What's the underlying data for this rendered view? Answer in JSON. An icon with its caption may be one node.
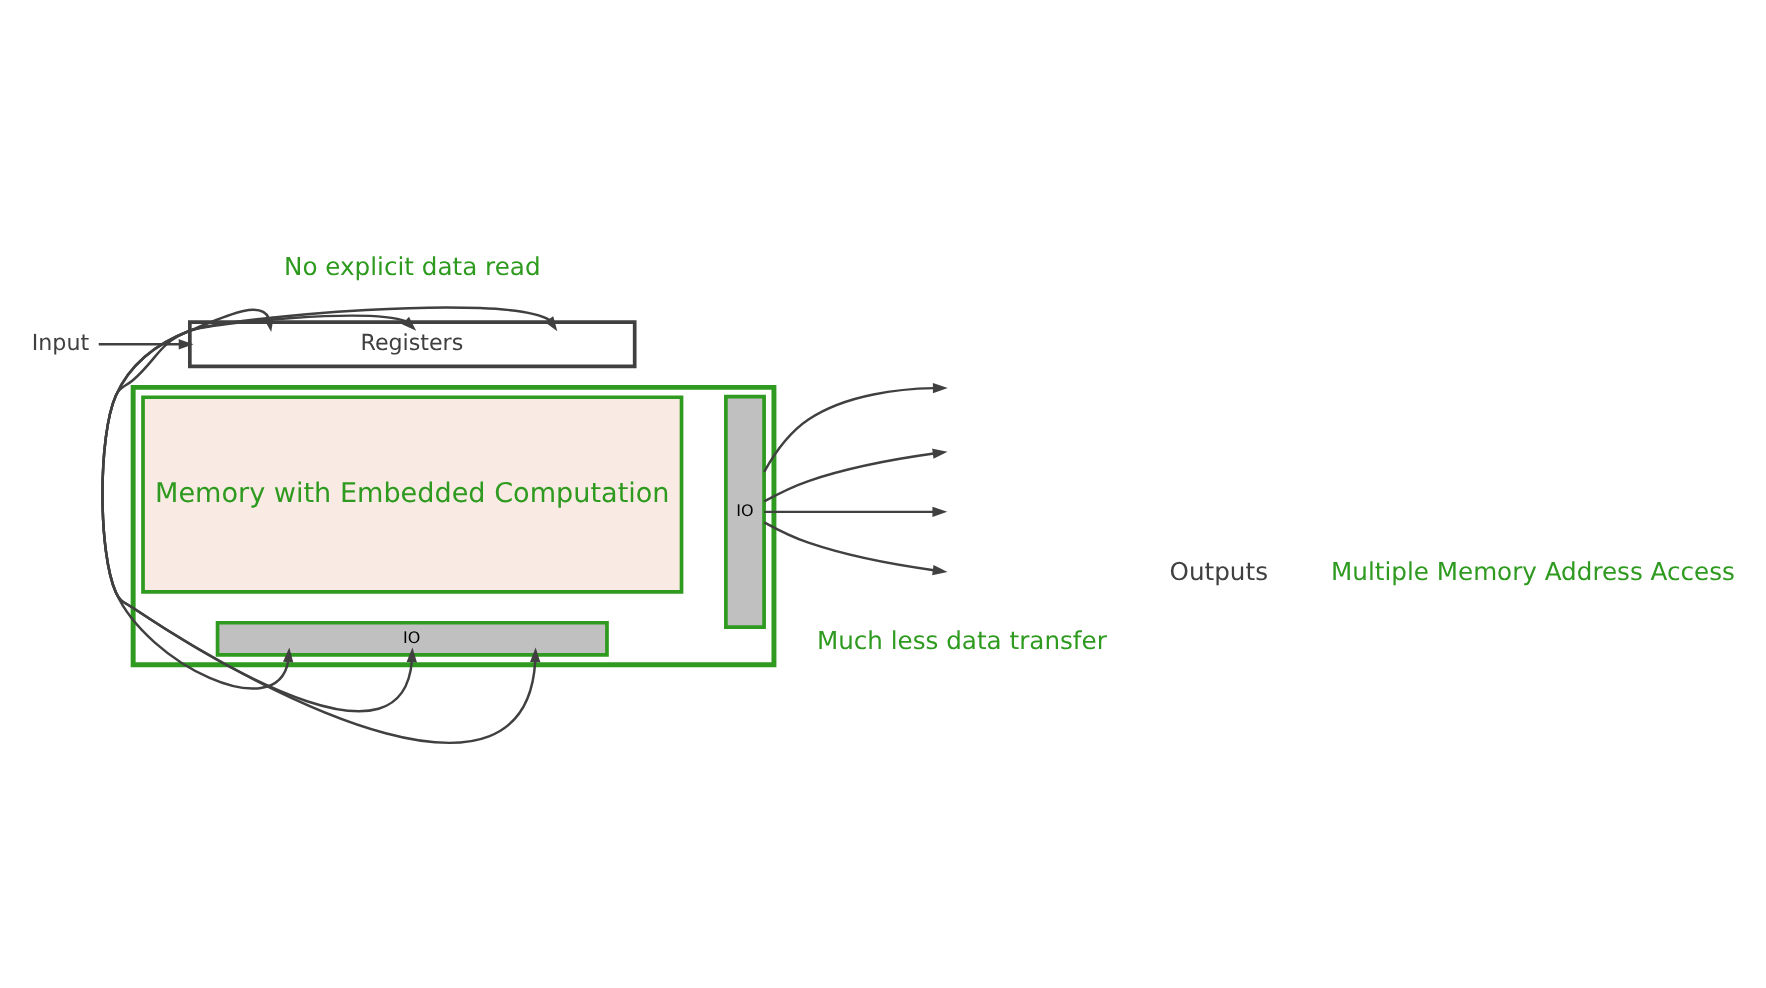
{
  "diagram": {
    "nodes": [
      {
        "text": [],
        "shape": "box"
      },
      {
        "text": [
          "Memory with Embedded Computation"
        ],
        "in": 0
      },
      {
        "text": [
          "IO"
        ],
        "in": 0
      },
      {
        "text": [
          "IO"
        ],
        "in": 0
      },
      {
        "text": [
          "Registers"
        ]
      },
      {
        "text": [
          "Input"
        ]
      }
    ],
    "edges": [
      {
        "from": 2,
        "to": 4,
        "arrow": "both"
      },
      {
        "from": 2,
        "to": 4,
        "arrow": "both"
      },
      {
        "from": 2,
        "to": 4,
        "arrow": "both"
      },
      {
        "from": 5,
        "to": 4,
        "arrow": "to"
      },
      {
        "from": 3,
        "to": null,
        "arrow": "to"
      },
      {
        "from": 3,
        "to": null,
        "arrow": "to"
      },
      {
        "from": 3,
        "to": null,
        "arrow": "to"
      },
      {
        "from": 3,
        "to": null,
        "arrow": "to"
      }
    ],
    "labels": [
      "Outputs",
      "Multiple Memory Address Access",
      "Much less data transfer",
      "No explicit data read"
    ]
  }
}
